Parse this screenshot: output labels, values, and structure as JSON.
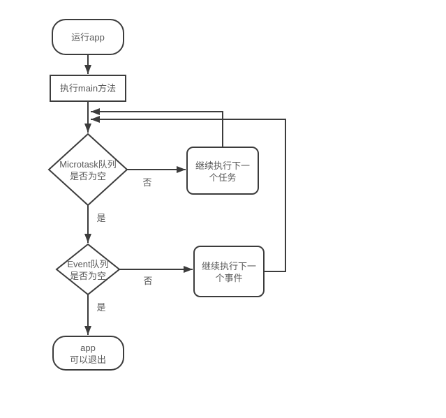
{
  "diagram": {
    "type": "flowchart",
    "colors": {
      "background": "#ffffff",
      "line": "#3c3c3c",
      "shape_fill": "#ffffff",
      "text": "#595959"
    },
    "nodes": {
      "start": {
        "type": "terminator",
        "label": "运行app"
      },
      "main": {
        "type": "process",
        "label": "执行main方法"
      },
      "microtask": {
        "type": "decision",
        "line1": "Microtask队列",
        "line2": "是否为空"
      },
      "next_task": {
        "type": "process",
        "line1": "继续执行下一",
        "line2": "个任务"
      },
      "event": {
        "type": "decision",
        "line1": "Event队列",
        "line2": "是否为空"
      },
      "next_event": {
        "type": "process",
        "line1": "继续执行下一",
        "line2": "个事件"
      },
      "end": {
        "type": "terminator",
        "line1": "app",
        "line2": "可以退出"
      }
    },
    "edge_labels": {
      "microtask_no": "否",
      "microtask_yes": "是",
      "event_no": "否",
      "event_yes": "是"
    }
  }
}
